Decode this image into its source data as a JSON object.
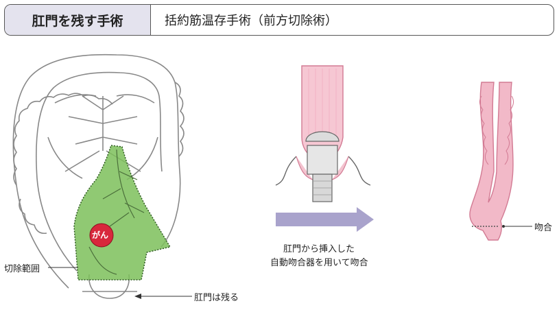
{
  "header": {
    "tab": "肛門を残す手術",
    "subtitle": "括約筋温存手術（前方切除術）"
  },
  "labels": {
    "cancer": "がん",
    "resection_range": "切除範囲",
    "anus_remains": "肛門は残る",
    "procedure_line1": "肛門から挿入した",
    "procedure_line2": "自動吻合器を用いて吻合",
    "anastomosis": "吻合"
  },
  "colors": {
    "resection_green": "#7cc05a",
    "cancer_red": "#d8283c",
    "arrow_lavender": "#a9a3cc",
    "colon_pink": "#f2b9c8"
  }
}
